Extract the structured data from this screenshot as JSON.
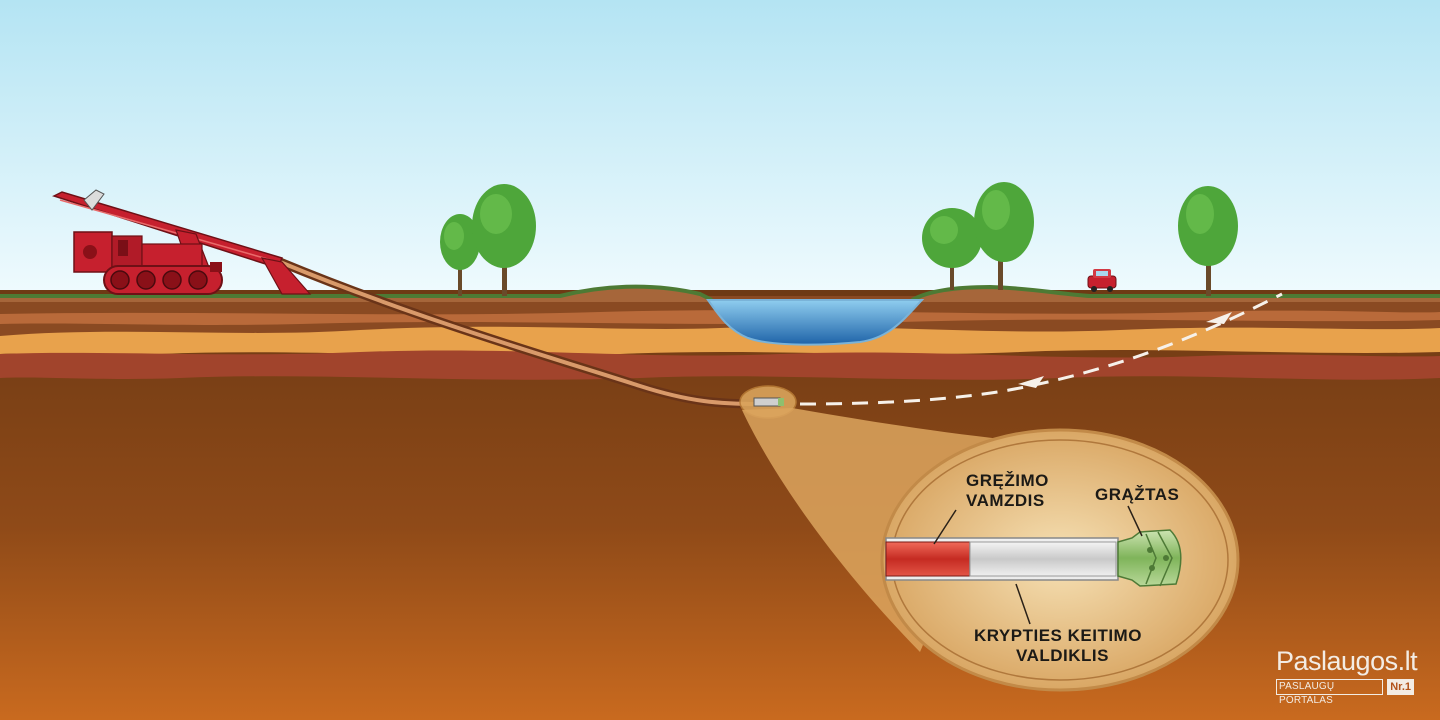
{
  "diagram": {
    "labels": {
      "drill_pipe_line1": "GRĘŽIMO",
      "drill_pipe_line2": "VAMZDIS",
      "drill_bit": "GRĄŽTAS",
      "steering_line1": "KRYPTIES KEITIMO",
      "steering_line2": "VALDIKLIS"
    },
    "colors": {
      "sky_top": "#b4e4f3",
      "sky_bottom": "#f0fbfe",
      "grass": "#4d7a34",
      "soil_deep_top": "#6e3a14",
      "soil_deep_bottom": "#c4641e",
      "layer_orange": "#e7a34f",
      "layer_red": "#a3442e",
      "water": "#2f7fbf",
      "rig_red": "#c6202e",
      "tree_green": "#4ea63a",
      "magnifier_fill": "#d9a35b",
      "bit_green": "#8fbf6e"
    }
  },
  "watermark": {
    "brand": "Paslaugos.lt",
    "tagline": "PASLAUGŲ PORTALAS",
    "badge": "Nr.1"
  }
}
